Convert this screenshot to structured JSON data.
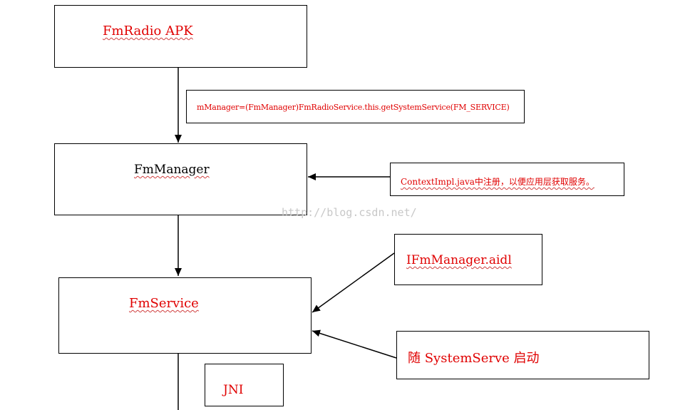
{
  "nodes": {
    "fmradio_apk": "FmRadio APK",
    "fmmanager": "FmManager",
    "fmservice": "FmService",
    "jni": "JNI"
  },
  "notes": {
    "get_system_service": "mManager=(FmManager)FmRadioService.this.getSystemService(FM_SERVICE)",
    "context_impl": "ContextImpl.java中注册，以便应用层获取服务。",
    "ifm_aidl": "IFmManager.aidl",
    "system_serve": "随 SystemServe 启动"
  },
  "watermark": "http://blog.csdn.net/",
  "colors": {
    "accent_text": "#e00000",
    "lines": "#000000"
  }
}
